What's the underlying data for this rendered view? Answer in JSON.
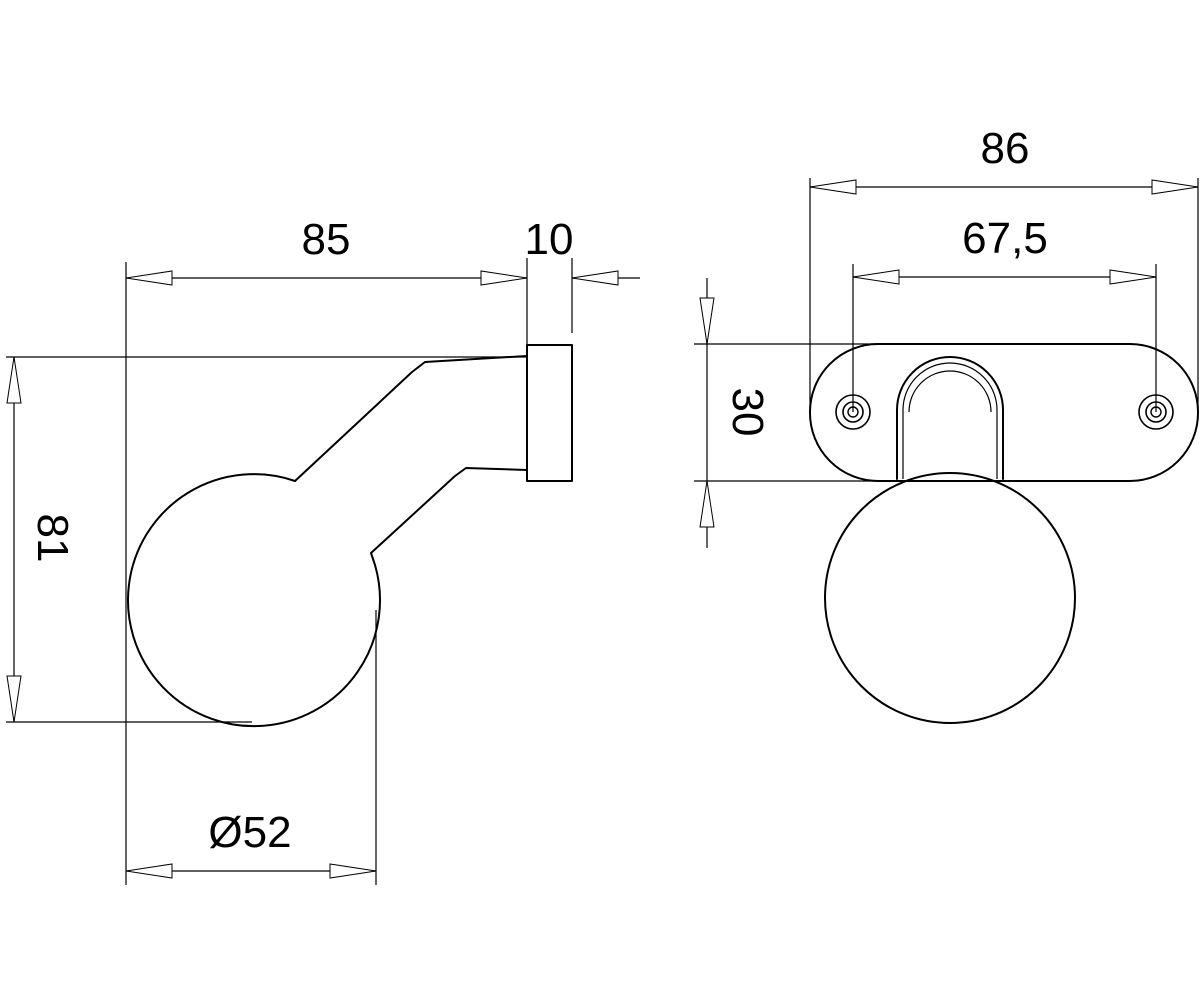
{
  "side_view": {
    "dim_length": "85",
    "dim_rose_thickness": "10",
    "dim_height": "81",
    "dim_knob_diameter": "Ø52"
  },
  "front_view": {
    "dim_rose_length": "86",
    "dim_hole_spacing": "67,5",
    "dim_rose_height": "30"
  }
}
